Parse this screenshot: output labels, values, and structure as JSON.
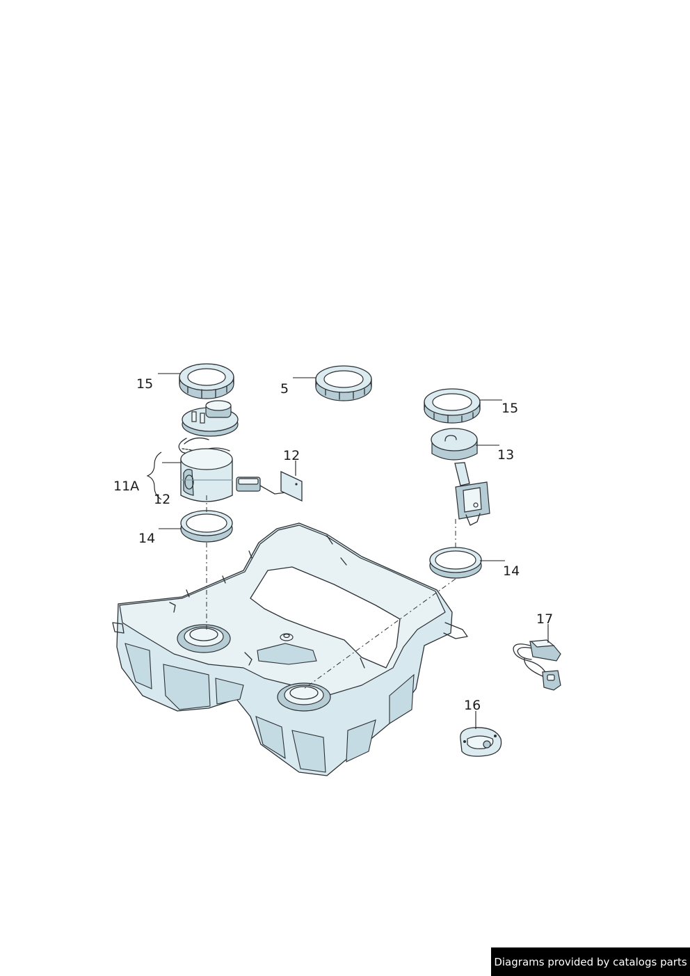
{
  "callouts": {
    "ring_top_left": "15",
    "ring_center": "5",
    "ring_top_right": "15",
    "pump_assembly": "11A",
    "pump_sub": "12",
    "sender_left": "12",
    "sender_right": "13",
    "seal_left": "14",
    "seal_right": "14",
    "wiring_harness": "17",
    "cover_plate": "16"
  },
  "footer": {
    "credit": "Diagrams provided by catalogs parts"
  }
}
